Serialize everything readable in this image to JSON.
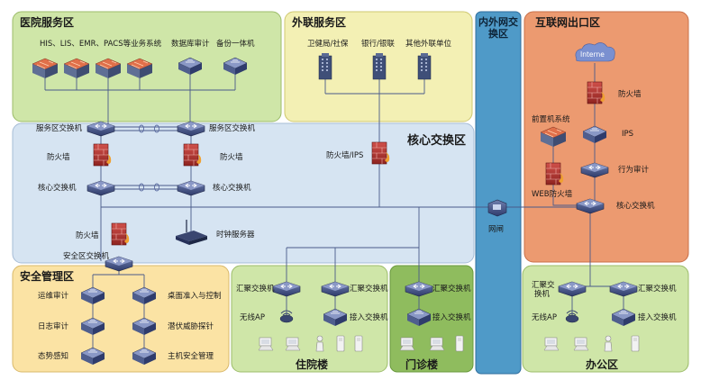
{
  "zones": {
    "hospital": "医院服务区",
    "external": "外联服务区",
    "core": "核心交换区",
    "inner_outer": "内外网交换区",
    "internet_exit": "互联网出口区",
    "security": "安全管理区",
    "inpatient": "住院楼",
    "outpatient": "门诊楼",
    "office": "办公区"
  },
  "labels": {
    "his_systems": "HIS、LIS、EMR、PACS等业务系统",
    "db_audit": "数据库审计",
    "backup": "备份一体机",
    "health_bureau": "卫健局/社保",
    "bank": "银行/银联",
    "other_ext": "其他外联单位",
    "internet": "Interne",
    "srv_switch_l": "服务区交换机",
    "srv_switch_r": "服务区交换机",
    "fw_l": "防火墙",
    "fw_r": "防火墙",
    "core_switch_l": "核心交换机",
    "core_switch_r": "核心交换机",
    "fw_ips": "防火墙/IPS",
    "fw_sec": "防火墙",
    "time_server": "时钟服务器",
    "sec_switch": "安全区交换机",
    "gateway": "网闸",
    "ie_fw": "防火墙",
    "ips": "IPS",
    "frontend": "前置机系统",
    "behavior_audit": "行为审计",
    "web_fw": "WEB防火墙",
    "ie_core": "核心交换机",
    "ops_audit": "运维审计",
    "desktop_ctrl": "桌面准入与控制",
    "log_audit": "日志审计",
    "threat": "潜伏威胁探针",
    "situation": "态势感知",
    "host_sec": "主机安全管理",
    "agg_inp_l": "汇聚交换机",
    "agg_inp_r": "汇聚交换机",
    "wap_inp": "无线AP",
    "acc_inp": "接入交换机",
    "agg_out": "汇聚交换机",
    "acc_out": "接入交换机",
    "agg_off_l": "汇聚交",
    "agg_off_l2": "换机",
    "agg_off_r": "汇聚交换机",
    "wap_off": "无线AP",
    "acc_off": "接入交换机"
  }
}
